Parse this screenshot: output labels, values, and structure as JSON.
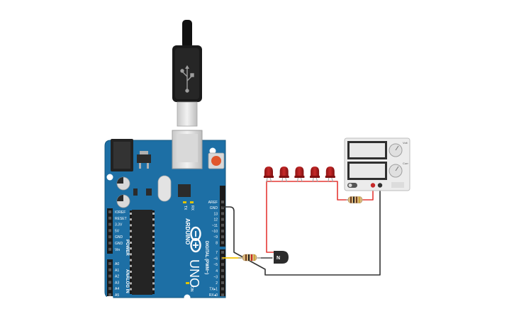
{
  "board": {
    "brand": "ARDUINO",
    "model": "UNO",
    "power_header_title": "POWER",
    "analog_header_title": "ANALOG IN",
    "digital_header_title": "DIGITAL (PWM~)",
    "power_pins": [
      "IOREF",
      "RESET",
      "3.3V",
      "5V",
      "GND",
      "GND",
      "Vin"
    ],
    "analog_pins": [
      "A0",
      "A1",
      "A2",
      "A3",
      "A4",
      "A5"
    ],
    "top_pins": [
      "AREF",
      "GND",
      "13",
      "12",
      "~11",
      "~10",
      "~9",
      "8"
    ],
    "bottom_pins": [
      "7",
      "~6",
      "~5",
      "4",
      "~3",
      "2",
      "TX▸1",
      "RX◂0"
    ],
    "led_labels": [
      "TX",
      "RX"
    ],
    "on_label": "ON"
  },
  "transistor": {
    "label": "N"
  },
  "power_supply": {
    "knob_labels": [
      "Volt",
      "Curr"
    ]
  },
  "leds": {
    "count": 5,
    "color": "#b71c1c"
  },
  "colors": {
    "board": "#1d6fa5",
    "board_edge": "#15577f",
    "wire_red": "#e53935",
    "wire_black": "#333333",
    "wire_yellow": "#f2c200"
  }
}
